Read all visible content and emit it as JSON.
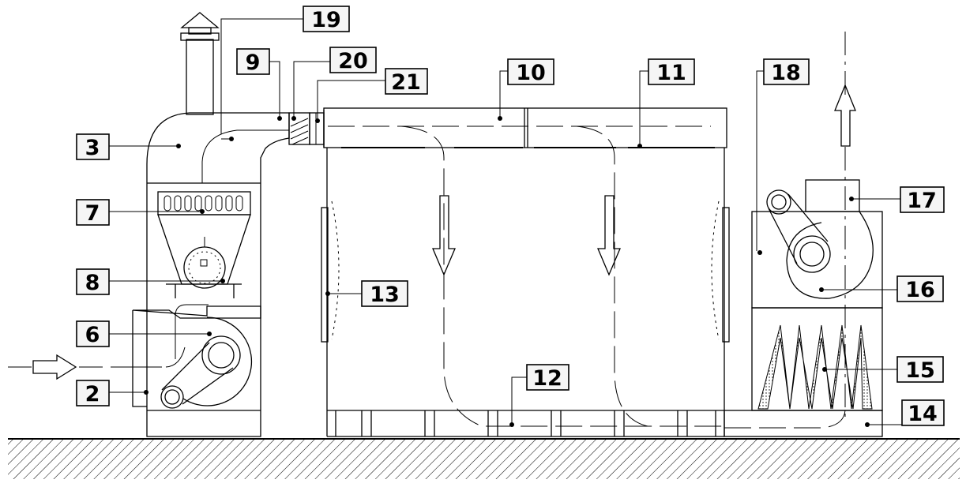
{
  "labels": [
    {
      "id": "2",
      "text": "2"
    },
    {
      "id": "3",
      "text": "3"
    },
    {
      "id": "6",
      "text": "6"
    },
    {
      "id": "7",
      "text": "7"
    },
    {
      "id": "8",
      "text": "8"
    },
    {
      "id": "9",
      "text": "9"
    },
    {
      "id": "10",
      "text": "10"
    },
    {
      "id": "11",
      "text": "11"
    },
    {
      "id": "12",
      "text": "12"
    },
    {
      "id": "13",
      "text": "13"
    },
    {
      "id": "14",
      "text": "14"
    },
    {
      "id": "15",
      "text": "15"
    },
    {
      "id": "16",
      "text": "16"
    },
    {
      "id": "17",
      "text": "17"
    },
    {
      "id": "18",
      "text": "18"
    },
    {
      "id": "19",
      "text": "19"
    },
    {
      "id": "20",
      "text": "20"
    },
    {
      "id": "21",
      "text": "21"
    }
  ],
  "colors": {
    "line": "#000000",
    "label_fill": "#f5f5f5",
    "background": "#ffffff"
  }
}
